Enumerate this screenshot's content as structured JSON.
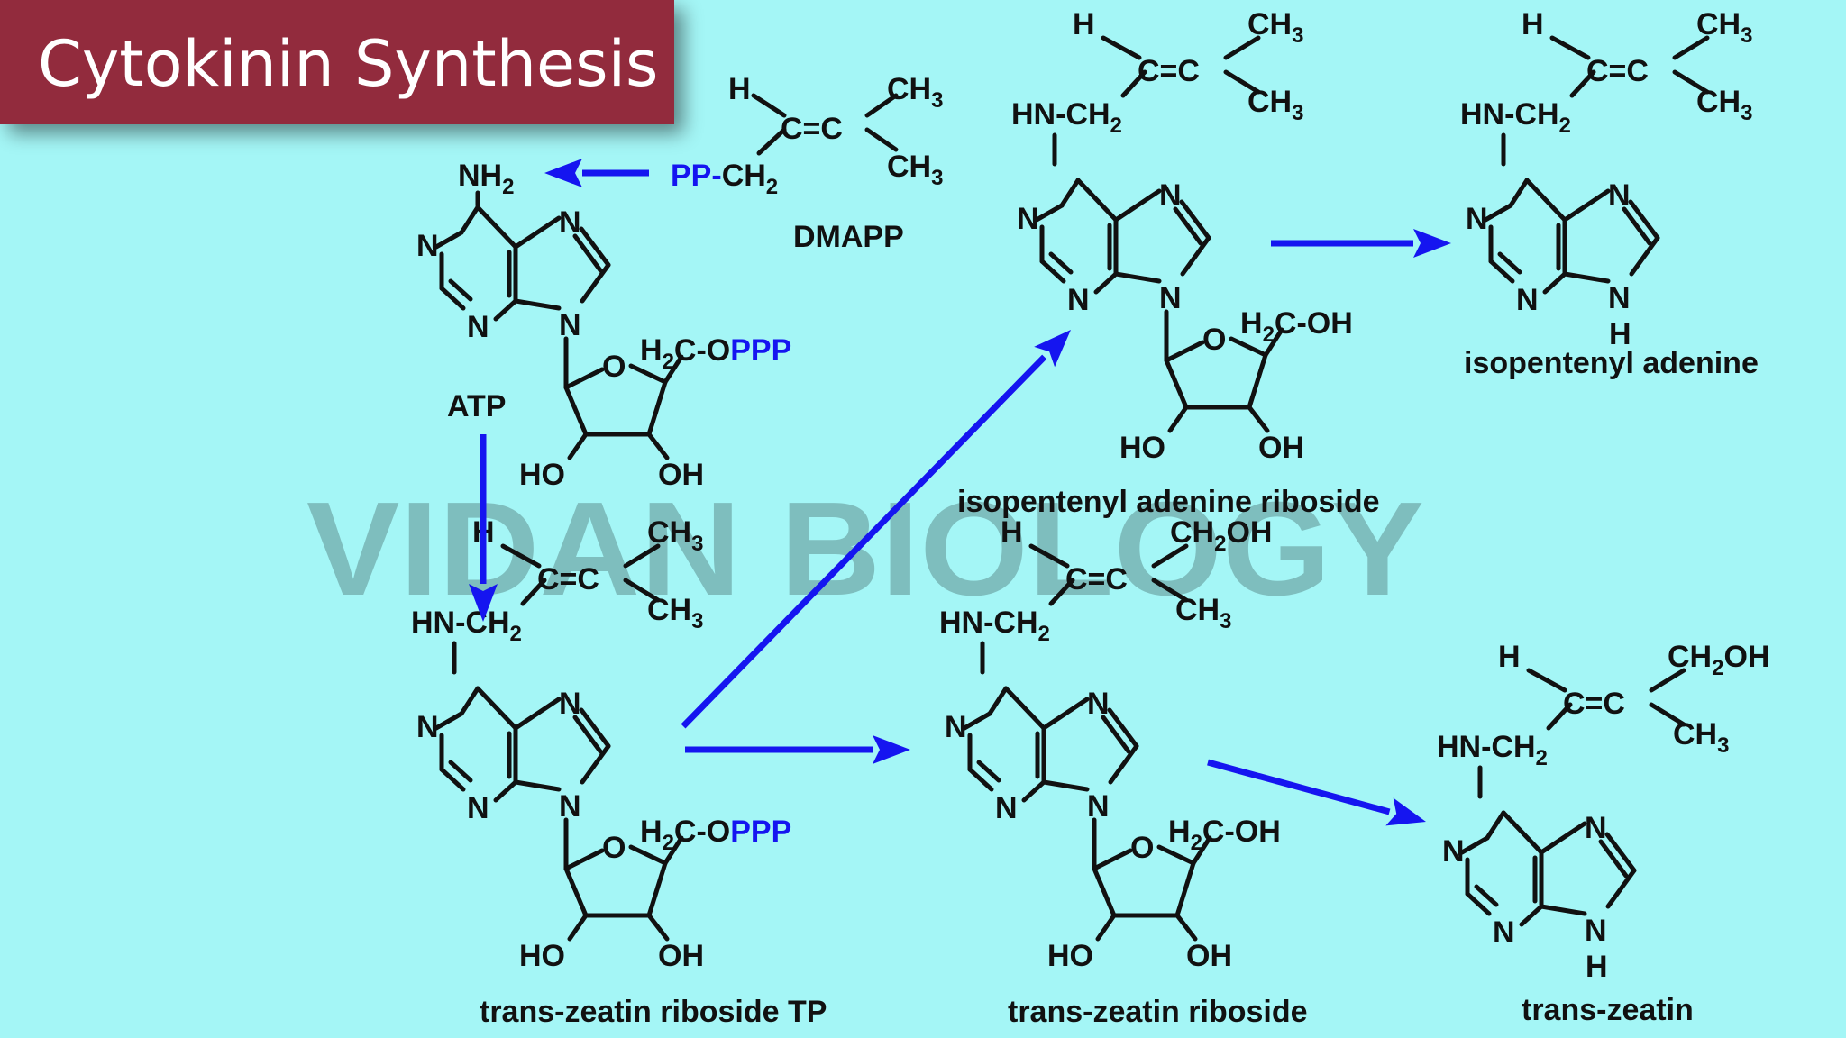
{
  "slide_title": "Cytokinin Synthesis",
  "watermark": "VIDAN BIOLOGY",
  "compound_labels": {
    "dmapp": "DMAPP",
    "atp": "ATP",
    "trans_zeatin_riboside_tp": "trans-zeatin riboside TP",
    "isopentenyl_adenine_riboside": "isopentenyl adenine riboside",
    "isopentenyl_adenine": "isopentenyl adenine",
    "trans_zeatin_riboside": "trans-zeatin riboside",
    "trans_zeatin": "trans-zeatin"
  },
  "atoms": {
    "N": "N",
    "H": "H",
    "O": "O",
    "C": "C",
    "HO": "HO",
    "OH": "OH",
    "NH": "NH",
    "CH": "CH",
    "HN_CH": "HN-CH",
    "H2C_O": "H",
    "C_O_suffix": "C-O",
    "C_OH_suffix": "C-OH",
    "PPP": "PPP",
    "PP_dash": "PP-",
    "CH_plain": "CH",
    "double_bond": "C=C",
    "sub2": "2",
    "sub3": "3",
    "OH_suffix": "OH"
  },
  "colors": {
    "background": "#a4f6f6",
    "title_bar": "#922b3d",
    "arrow": "#1515f0",
    "phosphate_text": "#1515f0",
    "watermark": "#5f8f8f"
  }
}
